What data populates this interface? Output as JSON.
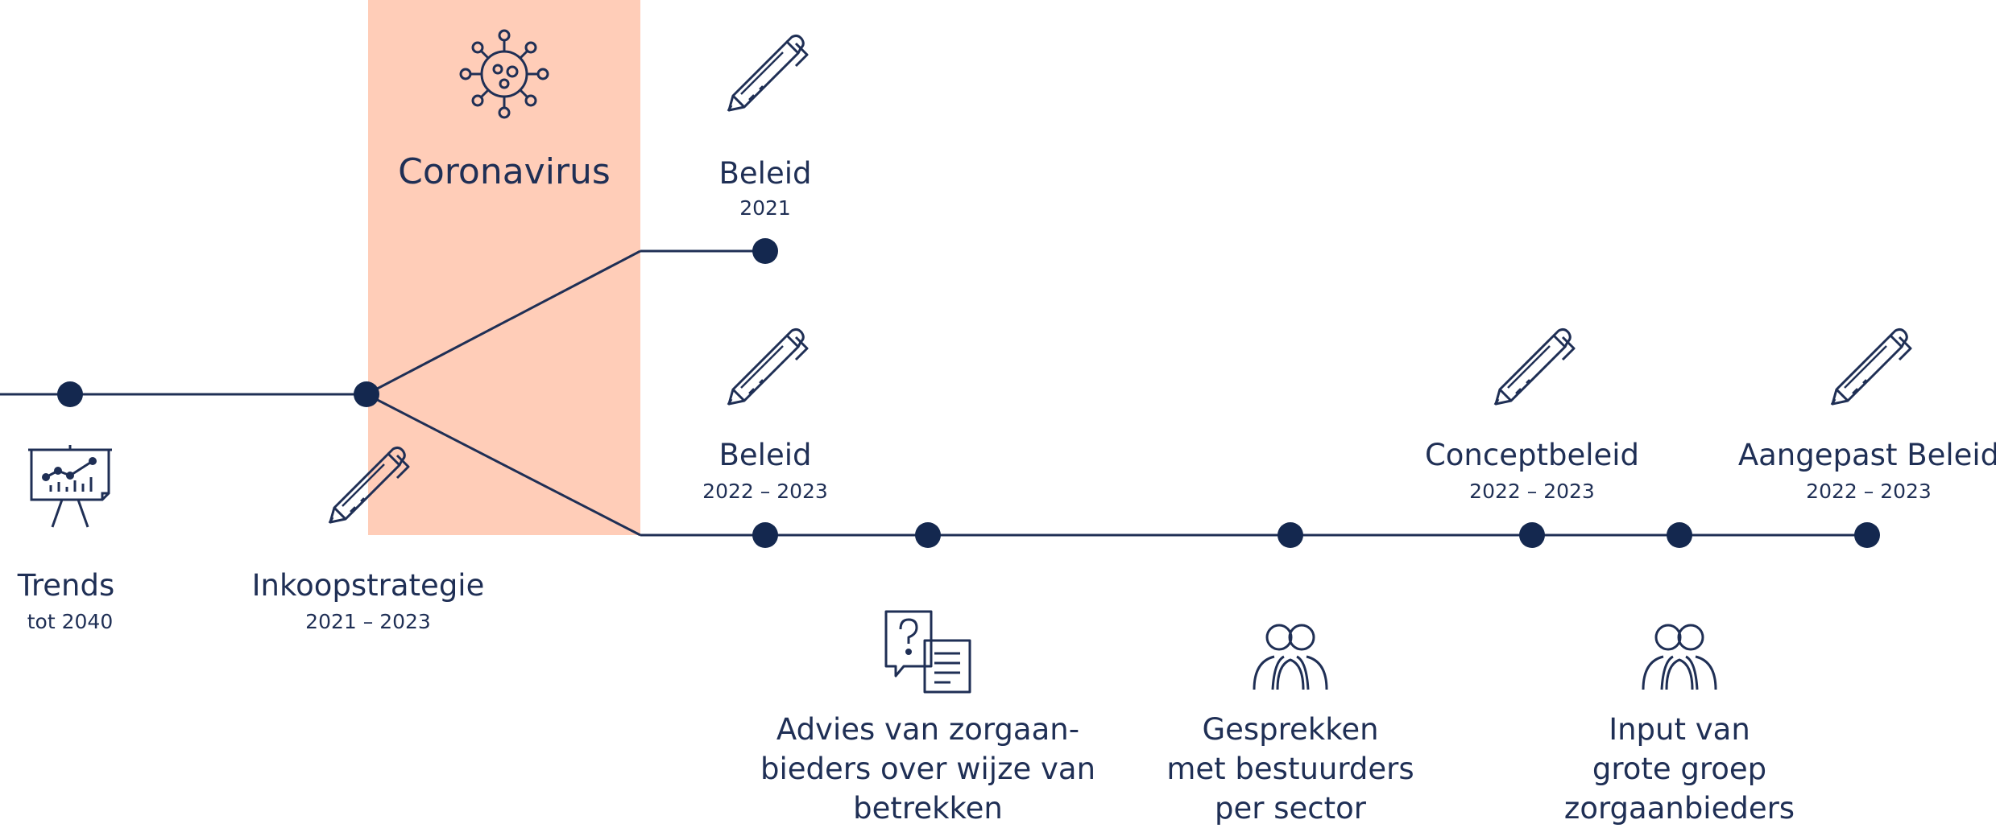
{
  "highlight": {
    "label": "Coronavirus",
    "icon": "virus-icon",
    "color": "#ffcdb8"
  },
  "colors": {
    "line": "#1f2f55",
    "dot": "#14284f",
    "text": "#1f2f55"
  },
  "milestones": {
    "trends": {
      "title": "Trends",
      "sub": "tot 2040",
      "icon": "chart-presentation-icon"
    },
    "inkoopstrategie": {
      "title": "Inkoopstrategie",
      "sub": "2021 – 2023",
      "icon": "pen-icon"
    },
    "beleid_2021": {
      "title": "Beleid",
      "sub": "2021",
      "icon": "pen-icon"
    },
    "beleid_2022": {
      "title": "Beleid",
      "sub": "2022 – 2023",
      "icon": "pen-icon"
    },
    "advies": {
      "lines": [
        "Advies van zorgaan-",
        "bieders over wijze van",
        "betrekken"
      ],
      "icon": "question-chat-icon"
    },
    "gesprekken": {
      "lines": [
        "Gesprekken",
        "met bestuurders",
        "per sector"
      ],
      "icon": "people-icon"
    },
    "conceptbeleid": {
      "title": "Conceptbeleid",
      "sub": "2022 – 2023",
      "icon": "pen-icon"
    },
    "input": {
      "lines": [
        "Input van",
        "grote groep",
        "zorgaanbieders"
      ],
      "icon": "people-icon"
    },
    "aangepast": {
      "title": "Aangepast Beleid",
      "sub": "2022 – 2023",
      "icon": "pen-icon"
    }
  }
}
